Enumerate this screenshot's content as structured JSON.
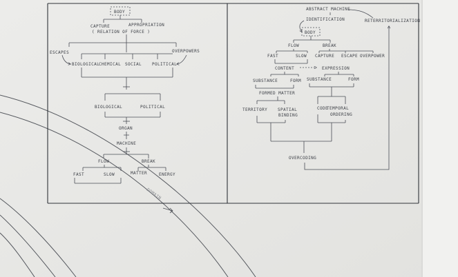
{
  "left_diagram": {
    "body": "BODY",
    "capture": "CAPTURE",
    "appropriation": "APPROPRIATION",
    "relation_of_force": "( RELATION OF FORCE )",
    "escapes": "ESCAPES",
    "overpowers": "OVERPOWERS",
    "biological": "BIOLOGICAL",
    "chemical": "CHEMICAL",
    "social": "SOCIAL",
    "political": "POLITICAL",
    "biological2": "BIOLOGICAL",
    "political2": "POLITICAL",
    "organ": "ORGAN",
    "machine": "MACHINE",
    "flow": "FLOW",
    "break": "BREAK",
    "fast": "FAST",
    "slow": "SLOW",
    "matter": "MATTER",
    "energy": "ENERGY",
    "faint_note": "DOMAIN"
  },
  "right_diagram": {
    "abstract_machine": "ABSTRACT MACHINE",
    "identification": "IDENTIFICATION",
    "reterritorialization": "RETERRITORIALIZATION",
    "body": "BODY",
    "flow": "FLOW",
    "break": "BREAK",
    "fast": "FAST",
    "slow": "SLOW",
    "capture": "CAPTURE",
    "escape": "ESCAPE",
    "overpower": "OVERPOWER",
    "content": "CONTENT",
    "expression": "EXPRESSION",
    "substance1": "SUBSTANCE",
    "form1": "FORM",
    "substance2": "SUBSTANCE",
    "form2": "FORM",
    "formed_matter": "FORMED MATTER",
    "territory": "TERRITORY",
    "spatial": "SPATIAL",
    "binding": "BINDING",
    "code": "CODE",
    "temporal": "TEMPORAL",
    "ordering": "ORDERING",
    "overcoding": "OVERCODING"
  }
}
